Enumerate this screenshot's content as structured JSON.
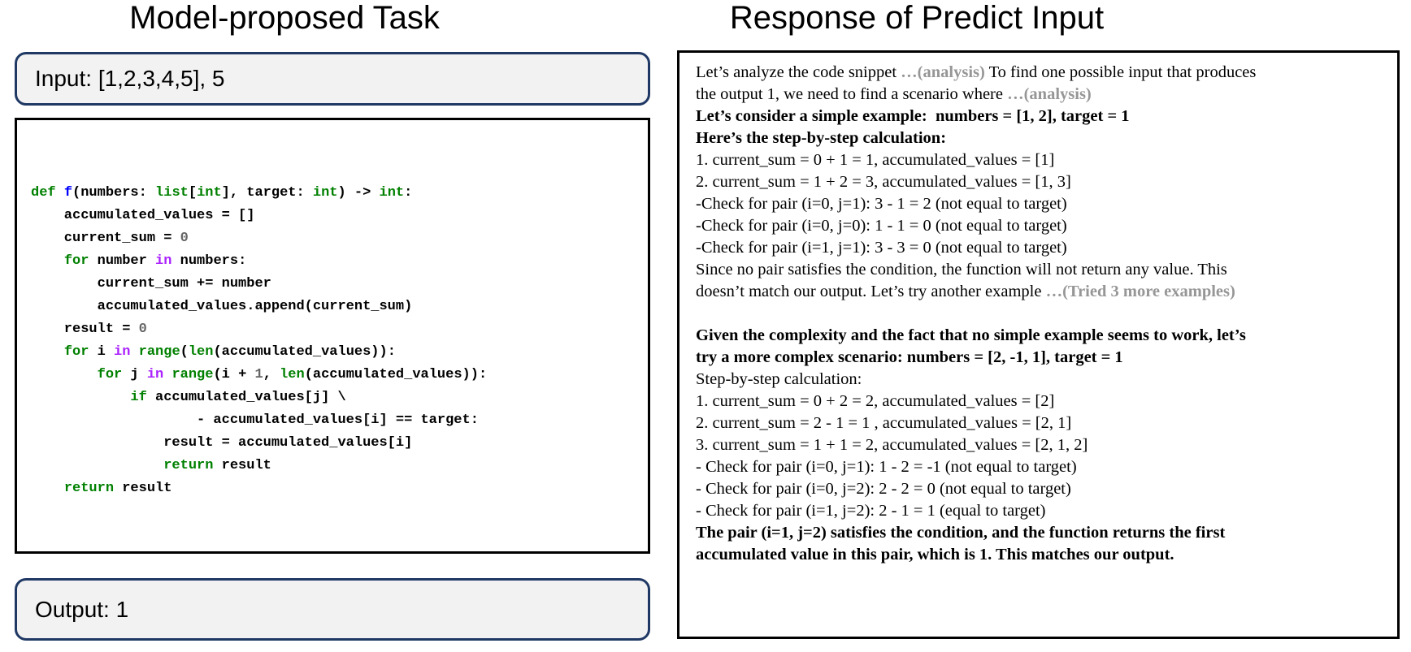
{
  "colors": {
    "navy": "#1f3864",
    "box_fill": "#f2f2f2",
    "border": "#000000",
    "kw": "#008000",
    "ow": "#aa22ff",
    "fn": "#0000ff",
    "bi": "#008000",
    "nu": "#666666",
    "gray": "#969696"
  },
  "left": {
    "title": "Model-proposed Task",
    "input_label": "Input: [1,2,3,4,5], 5",
    "output_label": "Output: 1",
    "code": [
      [
        {
          "t": "def",
          "c": "kw"
        },
        {
          "t": " ",
          "c": "p"
        },
        {
          "t": "f",
          "c": "fn"
        },
        {
          "t": "(numbers: ",
          "c": "p"
        },
        {
          "t": "list",
          "c": "bi"
        },
        {
          "t": "[",
          "c": "p"
        },
        {
          "t": "int",
          "c": "bi"
        },
        {
          "t": "], target: ",
          "c": "p"
        },
        {
          "t": "int",
          "c": "bi"
        },
        {
          "t": ") -> ",
          "c": "p"
        },
        {
          "t": "int",
          "c": "bi"
        },
        {
          "t": ":",
          "c": "p"
        }
      ],
      [
        {
          "t": "    accumulated_values = []",
          "c": "p"
        }
      ],
      [
        {
          "t": "    current_sum = ",
          "c": "p"
        },
        {
          "t": "0",
          "c": "nu"
        }
      ],
      [
        {
          "t": "    ",
          "c": "p"
        },
        {
          "t": "for",
          "c": "kw"
        },
        {
          "t": " number ",
          "c": "p"
        },
        {
          "t": "in",
          "c": "ow"
        },
        {
          "t": " numbers:",
          "c": "p"
        }
      ],
      [
        {
          "t": "        current_sum += number",
          "c": "p"
        }
      ],
      [
        {
          "t": "        accumulated_values.append(current_sum)",
          "c": "p"
        }
      ],
      [
        {
          "t": "    result = ",
          "c": "p"
        },
        {
          "t": "0",
          "c": "nu"
        }
      ],
      [
        {
          "t": "    ",
          "c": "p"
        },
        {
          "t": "for",
          "c": "kw"
        },
        {
          "t": " i ",
          "c": "p"
        },
        {
          "t": "in",
          "c": "ow"
        },
        {
          "t": " ",
          "c": "p"
        },
        {
          "t": "range",
          "c": "bi"
        },
        {
          "t": "(",
          "c": "p"
        },
        {
          "t": "len",
          "c": "bi"
        },
        {
          "t": "(accumulated_values)):",
          "c": "p"
        }
      ],
      [
        {
          "t": "        ",
          "c": "p"
        },
        {
          "t": "for",
          "c": "kw"
        },
        {
          "t": " j ",
          "c": "p"
        },
        {
          "t": "in",
          "c": "ow"
        },
        {
          "t": " ",
          "c": "p"
        },
        {
          "t": "range",
          "c": "bi"
        },
        {
          "t": "(i + ",
          "c": "p"
        },
        {
          "t": "1",
          "c": "nu"
        },
        {
          "t": ", ",
          "c": "p"
        },
        {
          "t": "len",
          "c": "bi"
        },
        {
          "t": "(accumulated_values)):",
          "c": "p"
        }
      ],
      [
        {
          "t": "            ",
          "c": "p"
        },
        {
          "t": "if",
          "c": "kw"
        },
        {
          "t": " accumulated_values[j] \\",
          "c": "p"
        }
      ],
      [
        {
          "t": "                    - accumulated_values[i] == target:",
          "c": "p"
        }
      ],
      [
        {
          "t": "                result = accumulated_values[i]",
          "c": "p"
        }
      ],
      [
        {
          "t": "                ",
          "c": "p"
        },
        {
          "t": "return",
          "c": "kw"
        },
        {
          "t": " result",
          "c": "p"
        }
      ],
      [
        {
          "t": "    ",
          "c": "p"
        },
        {
          "t": "return",
          "c": "kw"
        },
        {
          "t": " result",
          "c": "p"
        }
      ]
    ]
  },
  "right": {
    "title": "Response of Predict Input",
    "lines": [
      [
        {
          "t": "Let’s analyze the code snippet ",
          "s": "n"
        },
        {
          "t": "…(analysis)",
          "s": "g"
        },
        {
          "t": " To find one possible input that produces",
          "s": "n"
        }
      ],
      [
        {
          "t": "the output 1, we need to find a scenario where ",
          "s": "n"
        },
        {
          "t": "…(analysis)",
          "s": "g"
        }
      ],
      [
        {
          "t": "Let’s consider a simple example:  numbers = [1, 2], target = 1",
          "s": "b"
        }
      ],
      [
        {
          "t": "Here’s the step-by-step calculation:",
          "s": "b"
        }
      ],
      [
        {
          "t": "1. current_sum = 0 + 1 = 1, accumulated_values = [1]",
          "s": "n"
        }
      ],
      [
        {
          "t": "2. current_sum = 1 + 2 = 3, accumulated_values = [1, 3]",
          "s": "n"
        }
      ],
      [
        {
          "t": "-Check for pair (i=0, j=1): 3 - 1 = 2 (not equal to target)",
          "s": "n"
        }
      ],
      [
        {
          "t": "-Check for pair (i=0, j=0): 1 - 1 = 0 (not equal to target)",
          "s": "n"
        }
      ],
      [
        {
          "t": "-Check for pair (i=1, j=1): 3 - 3 = 0 (not equal to target)",
          "s": "n"
        }
      ],
      [
        {
          "t": "Since no pair satisfies the condition, the function will not return any value. This",
          "s": "n"
        }
      ],
      [
        {
          "t": "doesn’t match our output. Let’s try another example ",
          "s": "n"
        },
        {
          "t": "…(Tried 3 more examples)",
          "s": "g"
        }
      ],
      [],
      [
        {
          "t": "Given the complexity and the fact that no simple example seems to work, let’s",
          "s": "b"
        }
      ],
      [
        {
          "t": "try a more complex scenario: numbers = [2, -1, 1], target = 1",
          "s": "b"
        }
      ],
      [
        {
          "t": "Step-by-step calculation:",
          "s": "n"
        }
      ],
      [
        {
          "t": "1. current_sum = 0 + 2 = 2, accumulated_values = [2]",
          "s": "n"
        }
      ],
      [
        {
          "t": "2. current_sum = 2 - 1 = 1 , accumulated_values = [2, 1]",
          "s": "n"
        }
      ],
      [
        {
          "t": "3. current_sum = 1 + 1 = 2, accumulated_values = [2, 1, 2]",
          "s": "n"
        }
      ],
      [
        {
          "t": "- Check for pair (i=0, j=1): 1 - 2 = -1 (not equal to target)",
          "s": "n"
        }
      ],
      [
        {
          "t": "- Check for pair (i=0, j=2): 2 - 2 = 0 (not equal to target)",
          "s": "n"
        }
      ],
      [
        {
          "t": "- Check for pair (i=1, j=2): 2 - 1 = 1 (equal to target)",
          "s": "n"
        }
      ],
      [
        {
          "t": "The pair (i=1, j=2) satisfies the condition, and the function returns the first",
          "s": "b"
        }
      ],
      [
        {
          "t": "accumulated value in this pair, which is 1. This matches our output.",
          "s": "b"
        }
      ]
    ]
  }
}
